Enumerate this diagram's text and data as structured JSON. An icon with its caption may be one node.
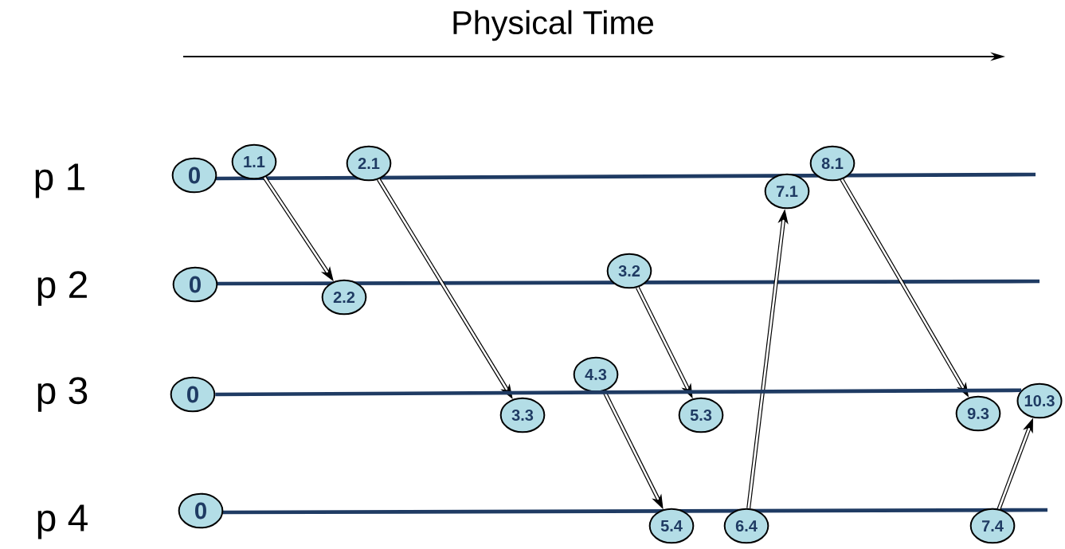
{
  "diagram": {
    "title": "Physical Time",
    "nodes": [
      {
        "text": [
          "0"
        ]
      },
      {
        "text": [
          "1.1"
        ]
      },
      {
        "text": [
          "2.1"
        ]
      },
      {
        "text": [
          "7.1"
        ]
      },
      {
        "text": [
          "8.1"
        ]
      },
      {
        "text": [
          "0"
        ]
      },
      {
        "text": [
          "2.2"
        ]
      },
      {
        "text": [
          "3.2"
        ]
      },
      {
        "text": [
          "0"
        ]
      },
      {
        "text": [
          "3.3"
        ]
      },
      {
        "text": [
          "4.3"
        ]
      },
      {
        "text": [
          "5.3"
        ]
      },
      {
        "text": [
          "9.3"
        ]
      },
      {
        "text": [
          "10.3"
        ]
      },
      {
        "text": [
          "0"
        ]
      },
      {
        "text": [
          "5.4"
        ]
      },
      {
        "text": [
          "6.4"
        ]
      },
      {
        "text": [
          "7.4"
        ]
      }
    ],
    "edges": [
      {
        "from": 1,
        "to": 6,
        "arrow": "to"
      },
      {
        "from": 2,
        "to": 9,
        "arrow": "to"
      },
      {
        "from": 7,
        "to": 11,
        "arrow": "to"
      },
      {
        "from": 10,
        "to": 15,
        "arrow": "to"
      },
      {
        "from": 16,
        "to": 3,
        "arrow": "to"
      },
      {
        "from": 4,
        "to": 12,
        "arrow": "to"
      },
      {
        "from": 17,
        "to": 13,
        "arrow": "to"
      },
      {
        "from": 8,
        "to": 13,
        "arrow": "none",
        "color": "#1f3b63"
      }
    ],
    "labels": [
      "p 1",
      "p 2",
      "p 3",
      "p 4"
    ]
  }
}
